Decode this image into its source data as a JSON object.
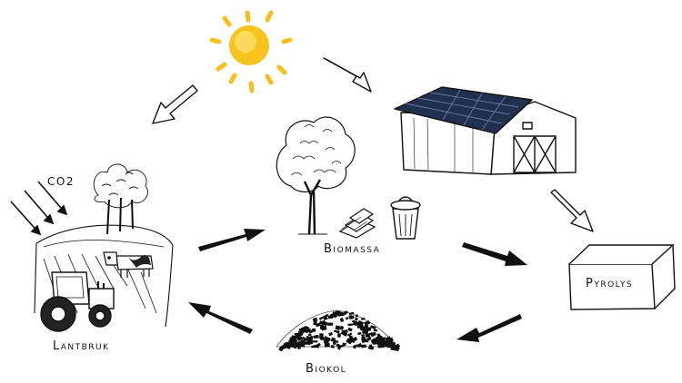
{
  "labels": {
    "co2": "CO2",
    "biomassa": "Biomassa",
    "pyrolys": "Pyrolys",
    "biokol": "Biokol",
    "lantbruk": "Lantbruk"
  },
  "colors": {
    "sun_fill": "#f8c21f",
    "sun_core": "#ffdf6a",
    "sun_rays": "#f7bf1c",
    "solar_panel": "#22304f",
    "ink": "#111111"
  },
  "icons": [
    "sun-icon",
    "solar-barn-icon",
    "tree-icon",
    "wood-pile-icon",
    "trash-bin-icon",
    "farm-icon",
    "tractor-icon",
    "cow-icon",
    "pyrolysis-box-icon",
    "biochar-pile-icon",
    "arrow-icon"
  ]
}
